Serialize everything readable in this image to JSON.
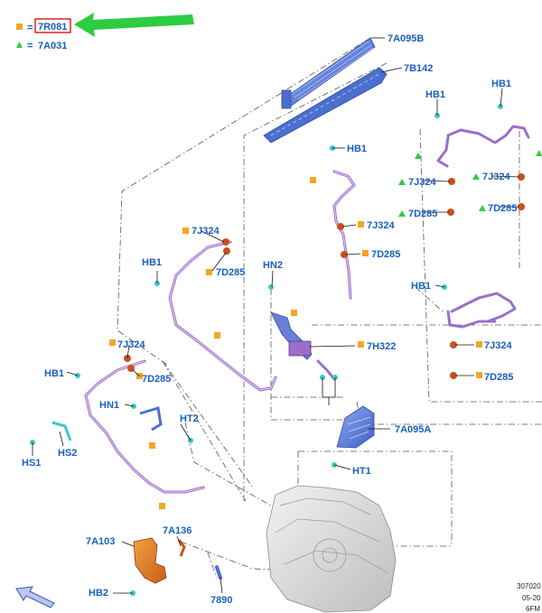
{
  "legend": {
    "square_code": "7R081",
    "triangle_code": "7A031",
    "equals": "=",
    "square_color": "#f5a623",
    "triangle_color": "#2ecc40",
    "highlight_color": "#e02020",
    "arrow_color": "#2ecc40"
  },
  "labels": {
    "cooler": "7A095B",
    "bracket": "7B142",
    "hb1": "HB1",
    "hn1": "HN1",
    "hn2": "HN2",
    "hs1": "HS1",
    "hs2": "HS2",
    "ht1": "HT1",
    "ht2": "HT2",
    "hb2": "HB2",
    "clip_7j324": "7J324",
    "clip_7d285": "7D285",
    "clip_7h322": "7H322",
    "cooler_lower": "7A095A",
    "pump": "7A103",
    "sensor": "7A136",
    "part_7890": "7890"
  },
  "footer": {
    "line1": "307020",
    "line2": "05-20",
    "line3": "6FM"
  },
  "colors": {
    "label_blue": "#1a5fbf",
    "hose_purple": "#9b6fc9",
    "clip_red": "#c8501e",
    "fastener_cyan": "#3cc8c8",
    "part_orange": "#e07820",
    "part_blue": "#4a6fd0"
  }
}
